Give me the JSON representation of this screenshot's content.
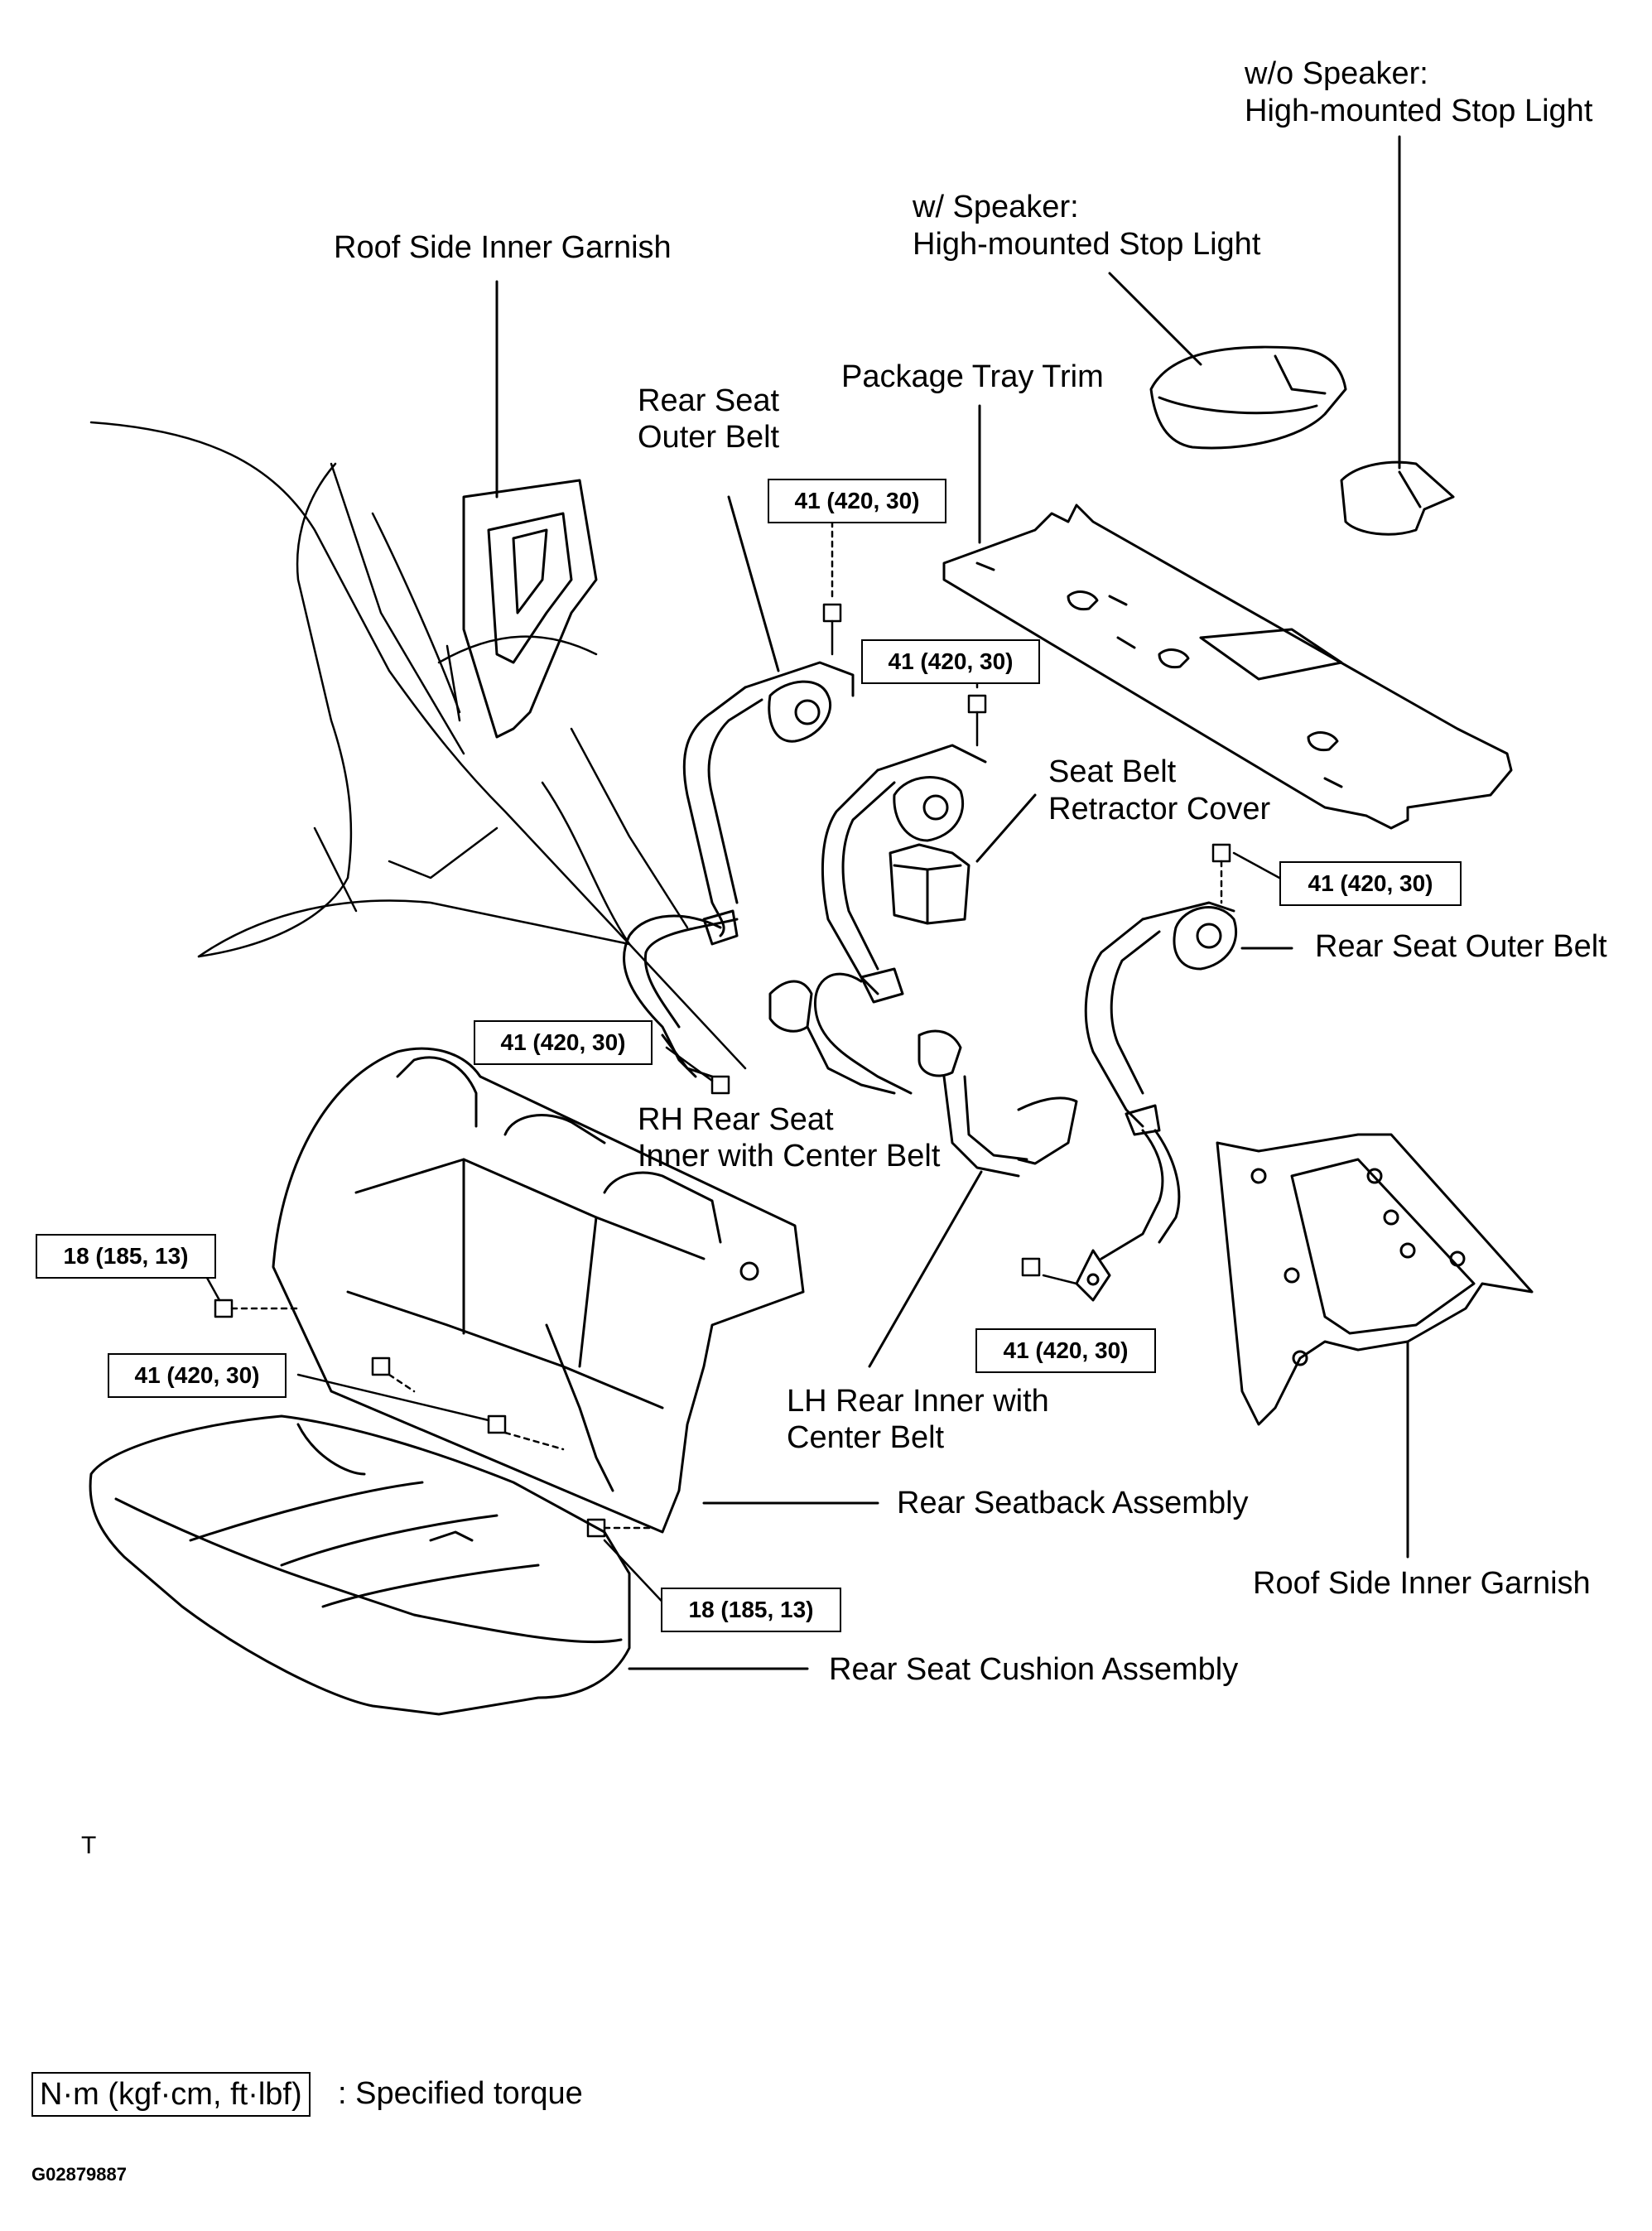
{
  "labels": {
    "wo_speaker_1": "w/o Speaker:",
    "wo_speaker_2": "High-mounted Stop Light",
    "w_speaker_1": "w/ Speaker:",
    "w_speaker_2": "High-mounted Stop Light",
    "roof_garnish_left": "Roof Side Inner Garnish",
    "package_tray": "Package Tray Trim",
    "rear_outer_belt_1": "Rear Seat",
    "rear_outer_belt_2": "Outer Belt",
    "retractor_cover_1": "Seat Belt",
    "retractor_cover_2": "Retractor Cover",
    "rear_outer_belt_right": "Rear Seat Outer Belt",
    "rh_inner_1": "RH Rear Seat",
    "rh_inner_2": "Inner with Center Belt",
    "lh_inner_1": "LH Rear Inner with",
    "lh_inner_2": "Center Belt",
    "seatback": "Rear Seatback Assembly",
    "roof_garnish_right": "Roof Side Inner Garnish",
    "cushion": "Rear Seat Cushion Assembly"
  },
  "torques": {
    "t1": "41 (420, 30)",
    "t2": "41 (420, 30)",
    "t3": "41 (420, 30)",
    "t4": "41 (420, 30)",
    "t5": "41 (420, 30)",
    "t6": "41 (420, 30)",
    "t7": "18 (185, 13)",
    "t8": "18 (185, 13)"
  },
  "legend": {
    "unit": "N·m (kgf·cm, ft·lbf)",
    "text": ": Specified torque"
  },
  "marker": "T",
  "figure_id": "G02879887"
}
